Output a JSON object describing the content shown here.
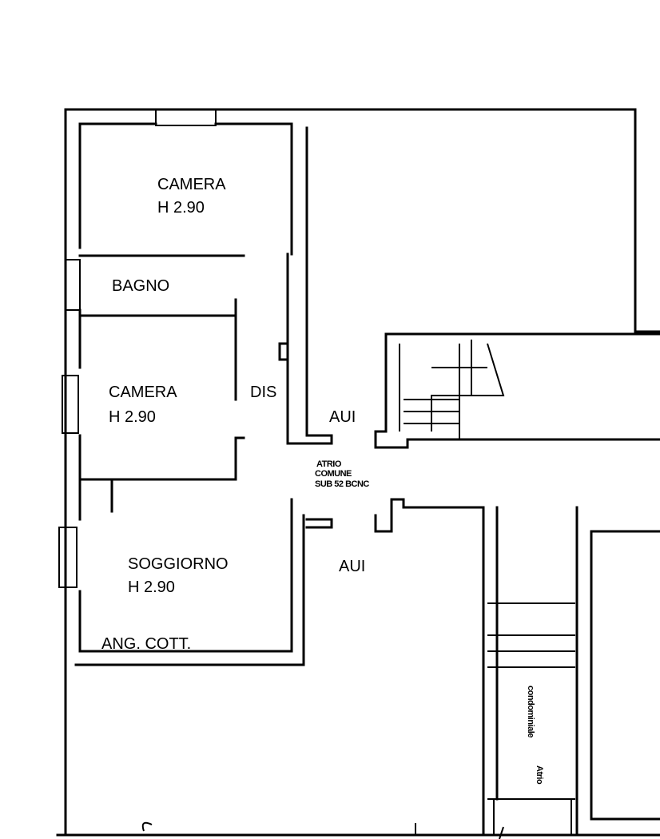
{
  "rooms": {
    "camera_top": {
      "name": "CAMERA",
      "height": "H 2.90"
    },
    "bagno": {
      "name": "BAGNO"
    },
    "camera_mid": {
      "name": "CAMERA",
      "height": "H 2.90"
    },
    "dis": {
      "name": "DIS"
    },
    "soggiorno": {
      "name": "SOGGIORNO",
      "height": "H 2.90"
    },
    "ang_cott": {
      "name": "ANG. COTT."
    },
    "aui_upper": {
      "name": "AUI"
    },
    "aui_lower": {
      "name": "AUI"
    },
    "atrio_comune": {
      "lines": [
        "ATRIO",
        "COMUNE",
        "SUB 52 BCNC"
      ]
    },
    "atrio_condominiale": {
      "lines": [
        "Atrio",
        "condominiale"
      ]
    }
  }
}
